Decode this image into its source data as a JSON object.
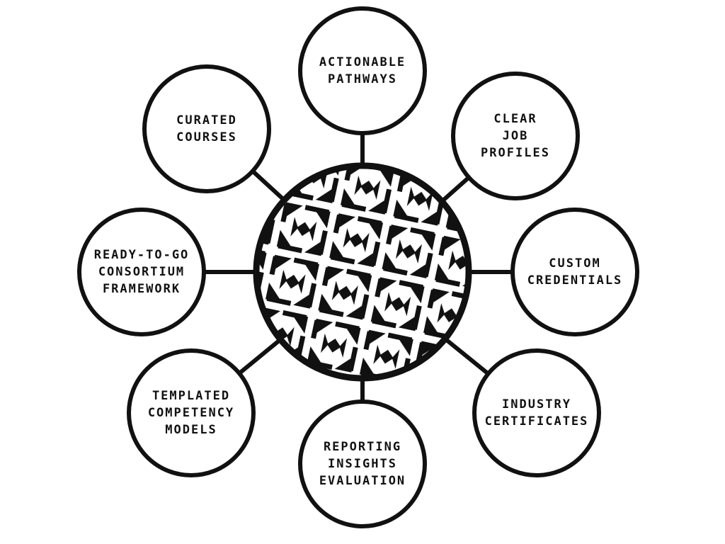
{
  "diagram": {
    "hub": {
      "pattern": "geometric-triangle-pinwheel"
    },
    "colors": {
      "stroke": "#111111",
      "fill": "#ffffff",
      "pattern": "#111111"
    },
    "nodes": [
      {
        "id": "actionable-pathways",
        "lines": [
          "ACTIONABLE",
          "PATHWAYS"
        ]
      },
      {
        "id": "clear-job-profiles",
        "lines": [
          "CLEAR",
          "JOB",
          "PROFILES"
        ]
      },
      {
        "id": "custom-credentials",
        "lines": [
          "CUSTOM",
          "CREDENTIALS"
        ]
      },
      {
        "id": "industry-certificates",
        "lines": [
          "INDUSTRY",
          "CERTIFICATES"
        ]
      },
      {
        "id": "reporting-insights-evaluation",
        "lines": [
          "REPORTING",
          "INSIGHTS",
          "EVALUATION"
        ]
      },
      {
        "id": "templated-competency-models",
        "lines": [
          "TEMPLATED",
          "COMPETENCY",
          "MODELS"
        ]
      },
      {
        "id": "ready-to-go-consortium-framework",
        "lines": [
          "READY-TO-GO",
          "CONSORTIUM",
          "FRAMEWORK"
        ]
      },
      {
        "id": "curated-courses",
        "lines": [
          "CURATED",
          "COURSES"
        ]
      }
    ]
  }
}
